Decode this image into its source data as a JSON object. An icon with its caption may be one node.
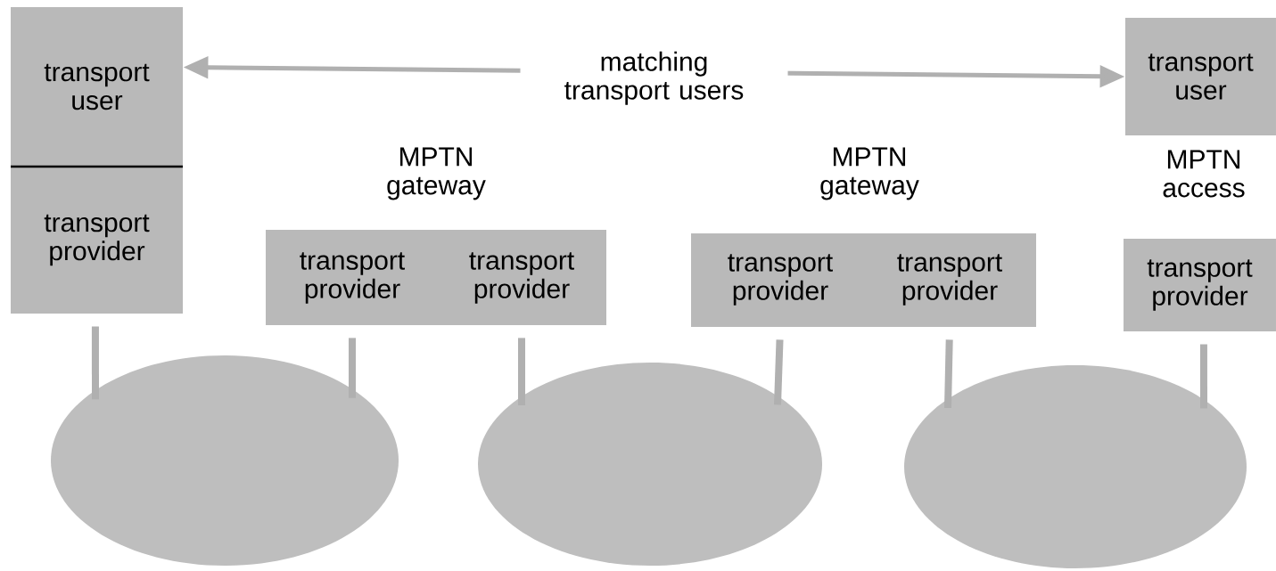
{
  "diagram": {
    "nodes": [
      {
        "text": [
          "transport user"
        ]
      },
      {
        "text": [
          "transport provider"
        ]
      },
      {
        "text": [
          "MPTN gateway"
        ]
      },
      {
        "text": [
          "transport provider"
        ],
        "in": 2
      },
      {
        "text": [
          "transport provider"
        ],
        "in": 2
      },
      {
        "text": [
          "MPTN gateway"
        ]
      },
      {
        "text": [
          "transport provider"
        ],
        "in": 5
      },
      {
        "text": [
          "transport provider"
        ],
        "in": 5
      },
      {
        "text": [
          "transport user"
        ]
      },
      {
        "text": [
          "MPTN access",
          "transport provider"
        ]
      },
      {
        "text": [],
        "shape": "ellipse"
      },
      {
        "text": [],
        "shape": "ellipse"
      },
      {
        "text": [],
        "shape": "ellipse"
      }
    ],
    "edges": [
      {
        "from": 0,
        "to": 8,
        "arrow": "both",
        "label": "matching transport users"
      },
      {
        "from": 1,
        "to": 10,
        "arrow": "none"
      },
      {
        "from": 3,
        "to": 10,
        "arrow": "none"
      },
      {
        "from": 4,
        "to": 11,
        "arrow": "none"
      },
      {
        "from": 6,
        "to": 11,
        "arrow": "none"
      },
      {
        "from": 7,
        "to": 12,
        "arrow": "none"
      },
      {
        "from": 9,
        "to": 12,
        "arrow": "none"
      }
    ]
  }
}
